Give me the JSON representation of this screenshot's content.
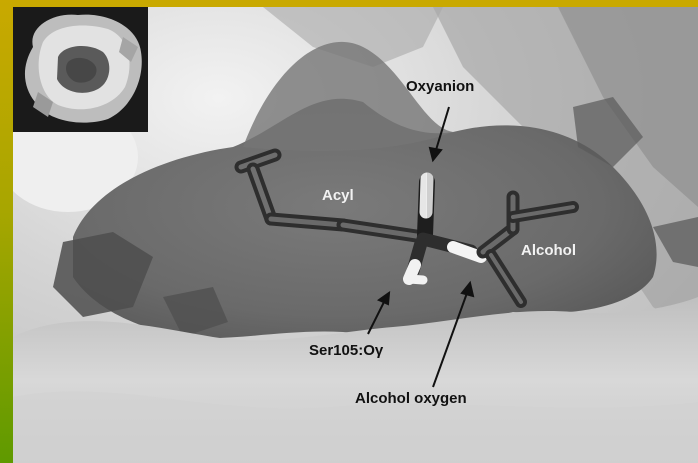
{
  "figure": {
    "labels": {
      "oxyanion": "Oxyanion",
      "acyl": "Acyl",
      "alcohol": "Alcohol",
      "ser105": "Ser105:Oγ",
      "alcohol_oxygen": "Alcohol oxygen"
    },
    "inset": {
      "content": "protein surface overview"
    },
    "colors": {
      "border_top": "#c9a900",
      "border_left_bottom": "#5f9a00",
      "surface_light": "#d8d8d8",
      "pocket_dark": "#6a6a6a"
    }
  }
}
